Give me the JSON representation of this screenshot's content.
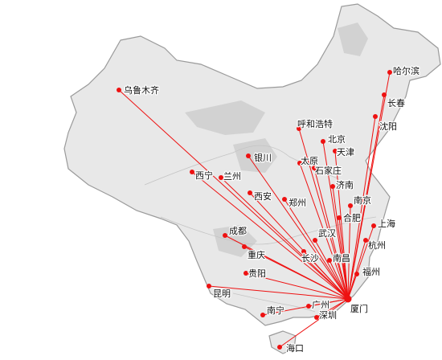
{
  "hub": {
    "name": "厦门",
    "color": "#ee1111"
  },
  "cities": [
    {
      "name": "哈尔滨"
    },
    {
      "name": "长春"
    },
    {
      "name": "沈阳"
    },
    {
      "name": "乌鲁木齐"
    },
    {
      "name": "呼和浩特"
    },
    {
      "name": "北京"
    },
    {
      "name": "天津"
    },
    {
      "name": "银川"
    },
    {
      "name": "太原"
    },
    {
      "name": "石家庄"
    },
    {
      "name": "西宁"
    },
    {
      "name": "兰州"
    },
    {
      "name": "济南"
    },
    {
      "name": "西安"
    },
    {
      "name": "郑州"
    },
    {
      "name": "南京"
    },
    {
      "name": "合肥"
    },
    {
      "name": "上海"
    },
    {
      "name": "成都"
    },
    {
      "name": "武汉"
    },
    {
      "name": "杭州"
    },
    {
      "name": "重庆"
    },
    {
      "name": "长沙"
    },
    {
      "name": "南昌"
    },
    {
      "name": "福州"
    },
    {
      "name": "贵阳"
    },
    {
      "name": "昆明"
    },
    {
      "name": "广州"
    },
    {
      "name": "南宁"
    },
    {
      "name": "深圳"
    },
    {
      "name": "海口"
    }
  ]
}
